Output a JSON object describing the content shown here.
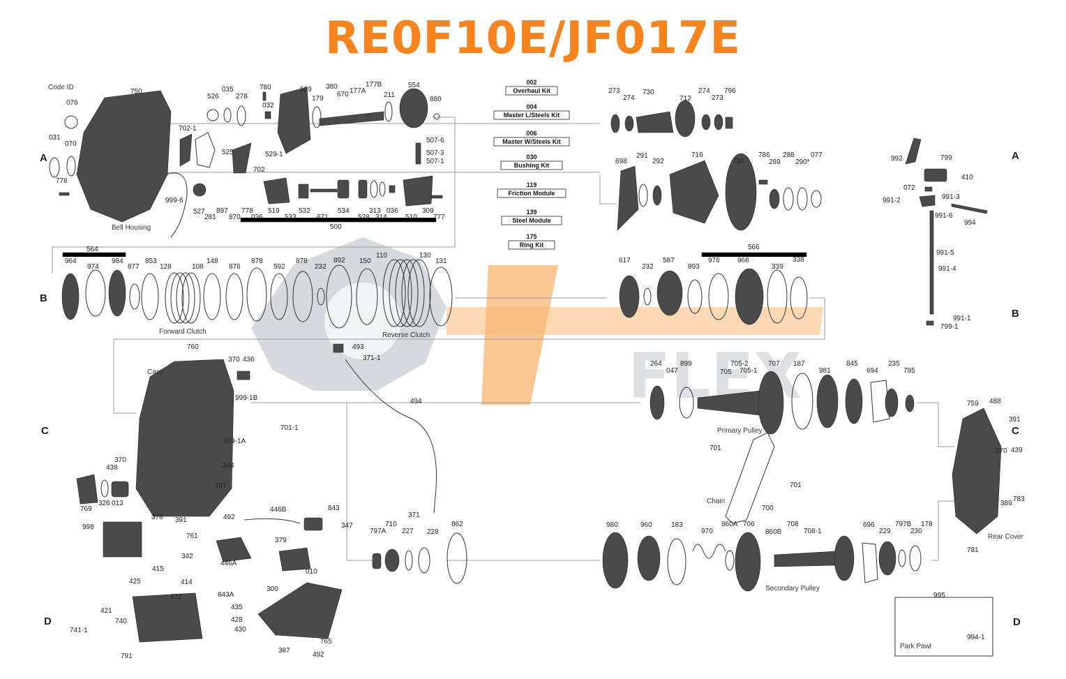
{
  "title": "RE0F10E/JF017E",
  "colors": {
    "title": "#f7841e",
    "watermark_orange": "#f7a34a",
    "watermark_gray": "#c9ccd2",
    "part": "#4a4a4a"
  },
  "watermark": {
    "text": "FLEX"
  },
  "sections": [
    "A",
    "A",
    "B",
    "B",
    "C",
    "C",
    "D",
    "D"
  ],
  "kits": [
    {
      "num": "002",
      "name": "Overhaul Kit"
    },
    {
      "num": "004",
      "name": "Master L/Steels Kit"
    },
    {
      "num": "006",
      "name": "Master W/Steels Kit"
    },
    {
      "num": "030",
      "name": "Bushing Kit"
    },
    {
      "num": "119",
      "name": "Friction Module"
    },
    {
      "num": "139",
      "name": "Steel Module"
    },
    {
      "num": "175",
      "name": "Ring Kit"
    }
  ],
  "captions": [
    "Bell Housing",
    "Forward Clutch",
    "Reverse Clutch",
    "Case",
    "Primary Pulley",
    "Chain",
    "Secondary Pulley",
    "Rear Cover",
    "Park Pawl",
    "Code ID"
  ],
  "labels": [
    "750",
    "076",
    "031",
    "070",
    "776",
    "702-1",
    "525",
    "702",
    "999-6",
    "526",
    "035",
    "278",
    "780",
    "032",
    "529",
    "529-1",
    "179",
    "380",
    "670",
    "177A",
    "177B",
    "211",
    "554",
    "880",
    "507-6",
    "507-3",
    "507-1",
    "527",
    "281",
    "897",
    "870",
    "778",
    "036",
    "519",
    "533",
    "532",
    "671",
    "534",
    "528",
    "313",
    "314",
    "036",
    "510",
    "309",
    "777",
    "500",
    "273",
    "274",
    "730",
    "712",
    "274",
    "273",
    "796",
    "698",
    "291",
    "292",
    "716",
    "720",
    "786",
    "289",
    "288",
    "290*",
    "077",
    "992",
    "799",
    "410",
    "072",
    "991-3",
    "991-2",
    "991-6",
    "994",
    "991-5",
    "991-4",
    "991-1",
    "799-1",
    "564",
    "964",
    "974",
    "984",
    "877",
    "853",
    "128",
    "108",
    "148",
    "876",
    "878",
    "592",
    "878",
    "232",
    "892",
    "150",
    "110",
    "130",
    "131",
    "617",
    "232",
    "587",
    "893",
    "976",
    "966",
    "339",
    "338",
    "566",
    "760",
    "370",
    "436",
    "493",
    "371-1",
    "999-1B",
    "701-1",
    "999-1A",
    "344",
    "370",
    "438",
    "769",
    "326",
    "013",
    "387",
    "492",
    "378",
    "391",
    "761",
    "998",
    "446B",
    "843",
    "347",
    "342",
    "446A",
    "379",
    "010",
    "494",
    "371",
    "415",
    "425",
    "414",
    "372",
    "843A",
    "421",
    "435",
    "740",
    "428",
    "430",
    "741-1",
    "791",
    "300",
    "765",
    "387",
    "492",
    "797A",
    "710",
    "227",
    "228",
    "862",
    "264",
    "047",
    "899",
    "705",
    "705-2",
    "705-1",
    "707",
    "187",
    "981",
    "845",
    "694",
    "235",
    "795",
    "701",
    "701",
    "700",
    "980",
    "960",
    "183",
    "970",
    "860A",
    "706",
    "860B",
    "708",
    "708-1",
    "696",
    "229",
    "797B",
    "230",
    "178",
    "759",
    "488",
    "391",
    "370",
    "439",
    "783",
    "389",
    "781",
    "995",
    "994-1"
  ]
}
